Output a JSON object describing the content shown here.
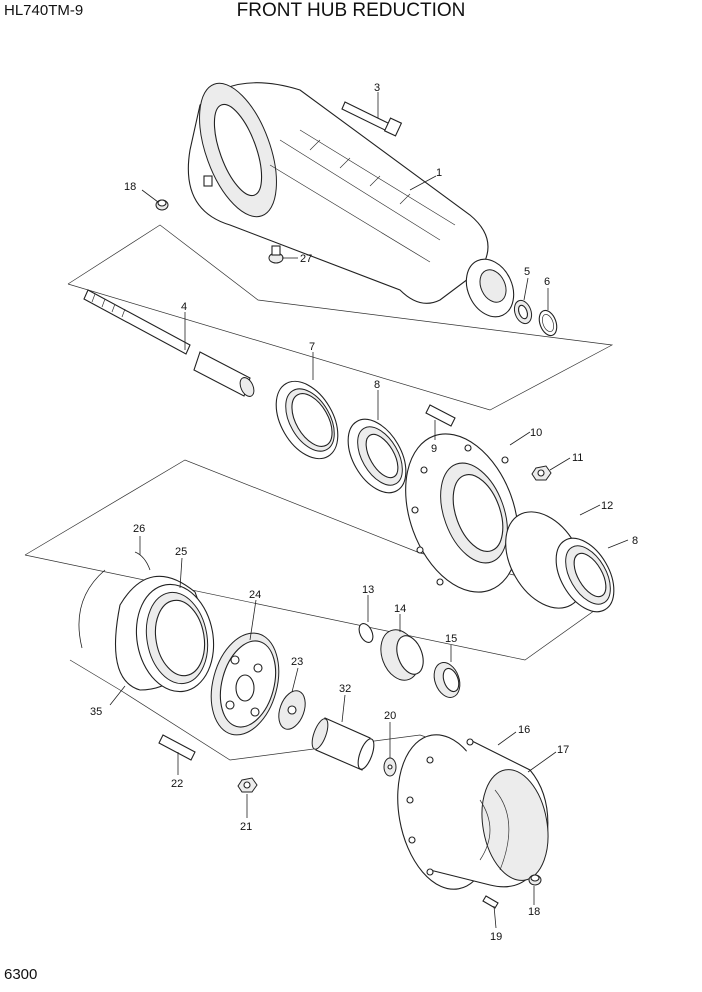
{
  "header": {
    "model": "HL740TM-9",
    "title": "FRONT HUB REDUCTION"
  },
  "footer": {
    "page_number": "6300"
  },
  "callouts": {
    "c1": "1",
    "c3": "3",
    "c4": "4",
    "c5": "5",
    "c6": "6",
    "c7": "7",
    "c8a": "8",
    "c8b": "8",
    "c9": "9",
    "c10": "10",
    "c11": "11",
    "c12": "12",
    "c13": "13",
    "c14": "14",
    "c15": "15",
    "c16": "16",
    "c17": "17",
    "c18a": "18",
    "c18b": "18",
    "c19": "19",
    "c20": "20",
    "c21": "21",
    "c22": "22",
    "c23": "23",
    "c24": "24",
    "c25": "25",
    "c26": "26",
    "c27": "27",
    "c32": "32",
    "c35": "35"
  }
}
